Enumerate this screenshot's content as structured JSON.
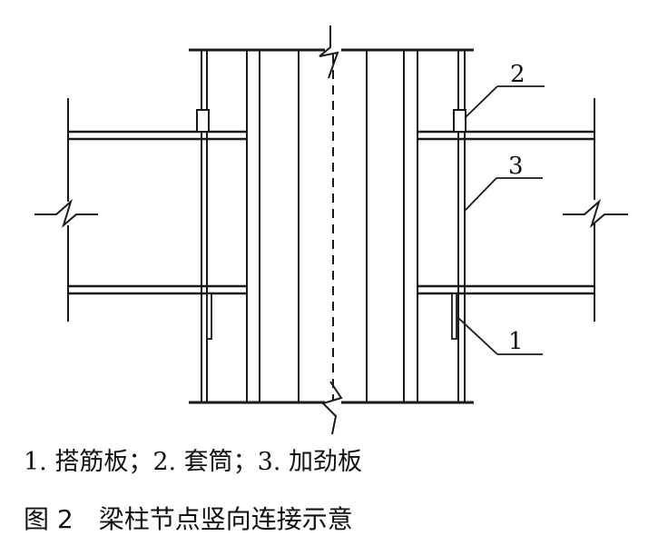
{
  "diagram": {
    "callouts": [
      {
        "label": "1",
        "target": "splice-plate"
      },
      {
        "label": "2",
        "target": "sleeve"
      },
      {
        "label": "3",
        "target": "stiffener"
      }
    ]
  },
  "legend": "1. 搭筋板；2. 套筒；3. 加劲板",
  "figure_title": "图 2　梁柱节点竖向连接示意"
}
